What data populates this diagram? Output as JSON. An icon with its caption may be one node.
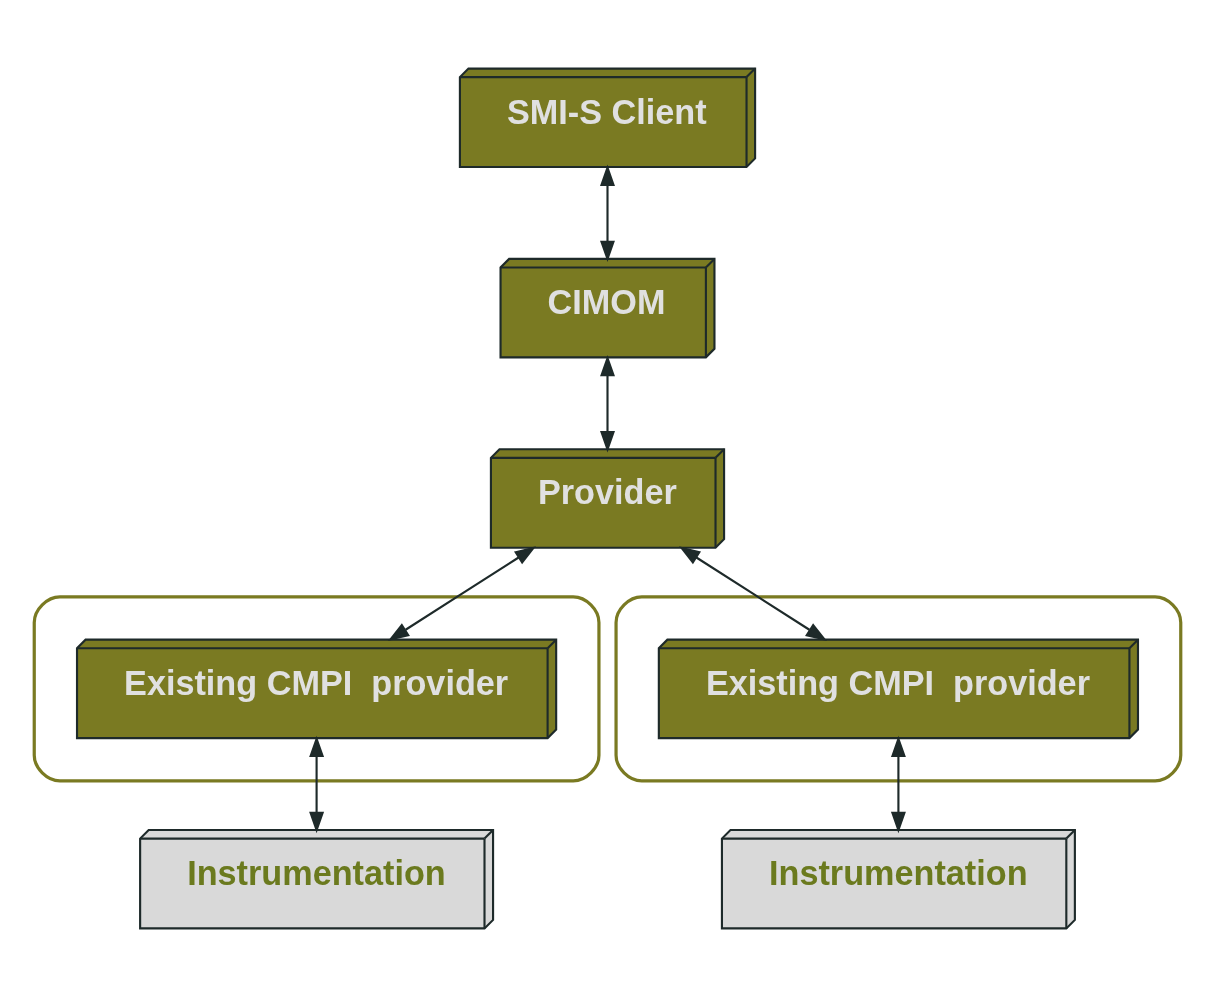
{
  "diagram": {
    "nodes": [
      {
        "text": [
          "SMI-S Client"
        ]
      },
      {
        "text": [
          "CIMOM"
        ]
      },
      {
        "text": [
          "Provider"
        ]
      },
      {
        "text": [],
        "shape": "box"
      },
      {
        "text": [
          "Existing CMPI  provider"
        ],
        "in": 3
      },
      {
        "text": [],
        "shape": "box"
      },
      {
        "text": [
          "Existing CMPI  provider"
        ],
        "in": 5
      },
      {
        "text": [
          "Instrumentation"
        ]
      },
      {
        "text": [
          "Instrumentation"
        ]
      }
    ],
    "edges": [
      {
        "from": 0,
        "to": 1,
        "arrow": "both"
      },
      {
        "from": 1,
        "to": 2,
        "arrow": "both"
      },
      {
        "from": 2,
        "to": 4,
        "arrow": "both"
      },
      {
        "from": 2,
        "to": 6,
        "arrow": "both"
      },
      {
        "from": 4,
        "to": 7,
        "arrow": "both"
      },
      {
        "from": 6,
        "to": 8,
        "arrow": "both"
      }
    ]
  }
}
